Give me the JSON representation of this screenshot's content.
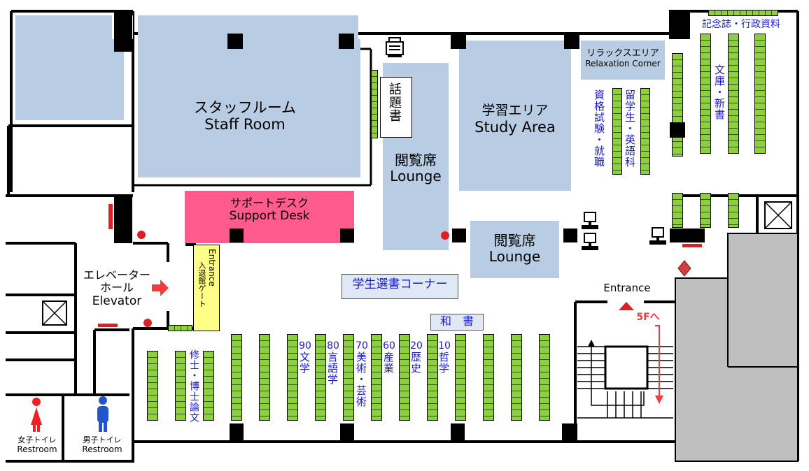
{
  "rooms": {
    "staff_room": {
      "ja": "スタッフルーム",
      "en": "Staff Room"
    },
    "study_area": {
      "ja": "学習エリア",
      "en": "Study Area"
    },
    "lounge_center": {
      "ja": "閲覧席",
      "en": "Lounge"
    },
    "lounge_right": {
      "ja": "閲覧席",
      "en": "Lounge"
    },
    "relaxation": {
      "ja": "リラックスエリア",
      "en": "Relaxation Corner"
    },
    "support_desk": {
      "ja": "サポートデスク",
      "en": "Support Desk"
    },
    "elevator_hall": {
      "ja1": "エレベーター",
      "ja2": "ホール",
      "en": "Elevator"
    },
    "entrance_gate": {
      "en": "Entrance",
      "ja": "入退館ゲート"
    },
    "entrance": "Entrance",
    "stairs_label": "5Fへ"
  },
  "corners": {
    "topical_books": "話題書",
    "student_selection": "学生選書コーナー",
    "japanese_books": "和　書",
    "anniversary": "記念誌・行政資料",
    "bunko": "文庫・新書",
    "certification": "資格試験・就職",
    "study_abroad": "留学生・英語科",
    "theses": "修士・博士論文"
  },
  "classes": [
    {
      "num": "90",
      "name": "文学"
    },
    {
      "num": "80",
      "name": "言語学"
    },
    {
      "num": "70",
      "name": "美術・芸術"
    },
    {
      "num": "60",
      "name": "産業"
    },
    {
      "num": "20",
      "name": "歴史"
    },
    {
      "num": "10",
      "name": "哲学"
    }
  ],
  "restrooms": {
    "women": {
      "ja": "女子トイレ",
      "en": "Restroom"
    },
    "men": {
      "ja": "男子トイレ",
      "en": "Restroom"
    }
  },
  "colors": {
    "room_fill": "#b8cce4",
    "support_desk": "#ff5b8c",
    "shelf": "#8fce3f",
    "gate": "#ffff88",
    "label_blue": "#1a1acc",
    "arrow_red": "#f23b3b",
    "gray_area": "#bfbfbf"
  },
  "icons": [
    "copier-icon",
    "computer-icon",
    "elevator-icon",
    "women-restroom-icon",
    "men-restroom-icon",
    "arrow-right-icon",
    "stairs-arrow-icon",
    "fire-hydrant-dot-icon"
  ]
}
